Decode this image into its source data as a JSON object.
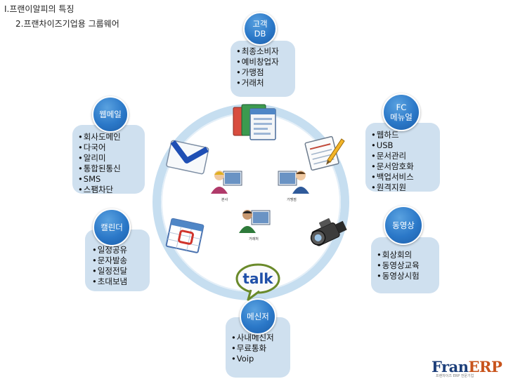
{
  "header": {
    "title": "Ⅰ.프랜이알피의 특징",
    "subtitle": "2.프랜차이즈기업용 그룹웨어"
  },
  "nodes": {
    "customer_db": {
      "badge_line1": "고객",
      "badge_line2": "DB",
      "items": [
        "최종소비자",
        "예비창업자",
        "가맹점",
        "거래처"
      ]
    },
    "fc_menu": {
      "badge_line1": "FC",
      "badge_line2": "메뉴얼",
      "items": [
        "웹하드",
        "USB",
        "문서관리",
        "문서암호화",
        "백업서비스",
        "원격지원"
      ]
    },
    "webmail": {
      "badge": "웹메일",
      "items": [
        "회사도메인",
        "다국어",
        "알리미",
        "통합된통신",
        "SMS",
        "스팸차단"
      ]
    },
    "video": {
      "badge": "동영상",
      "items": [
        "회상회의",
        "동영상교육",
        "동영상시험"
      ]
    },
    "calendar": {
      "badge": "캘린더",
      "items": [
        "일정공유",
        "문자발송",
        "일정전달",
        "초대보냄"
      ]
    },
    "messenger": {
      "badge": "메신저",
      "items": [
        "사내메신저",
        "무료통화",
        "Voip"
      ]
    }
  },
  "center_people": [
    "본사",
    "가맹점",
    "거래처"
  ],
  "talk_icon_text": "talk",
  "logo": {
    "part1": "Fran",
    "part2": "ERP",
    "tagline": "프랜차이즈 ERP 전문기업"
  },
  "colors": {
    "badge_blue": "#2b78c8",
    "box_bg": "#cfe0ef",
    "ring": "#c6def0",
    "logo_navy": "#1d3f7a",
    "logo_orange": "#c8541c"
  }
}
